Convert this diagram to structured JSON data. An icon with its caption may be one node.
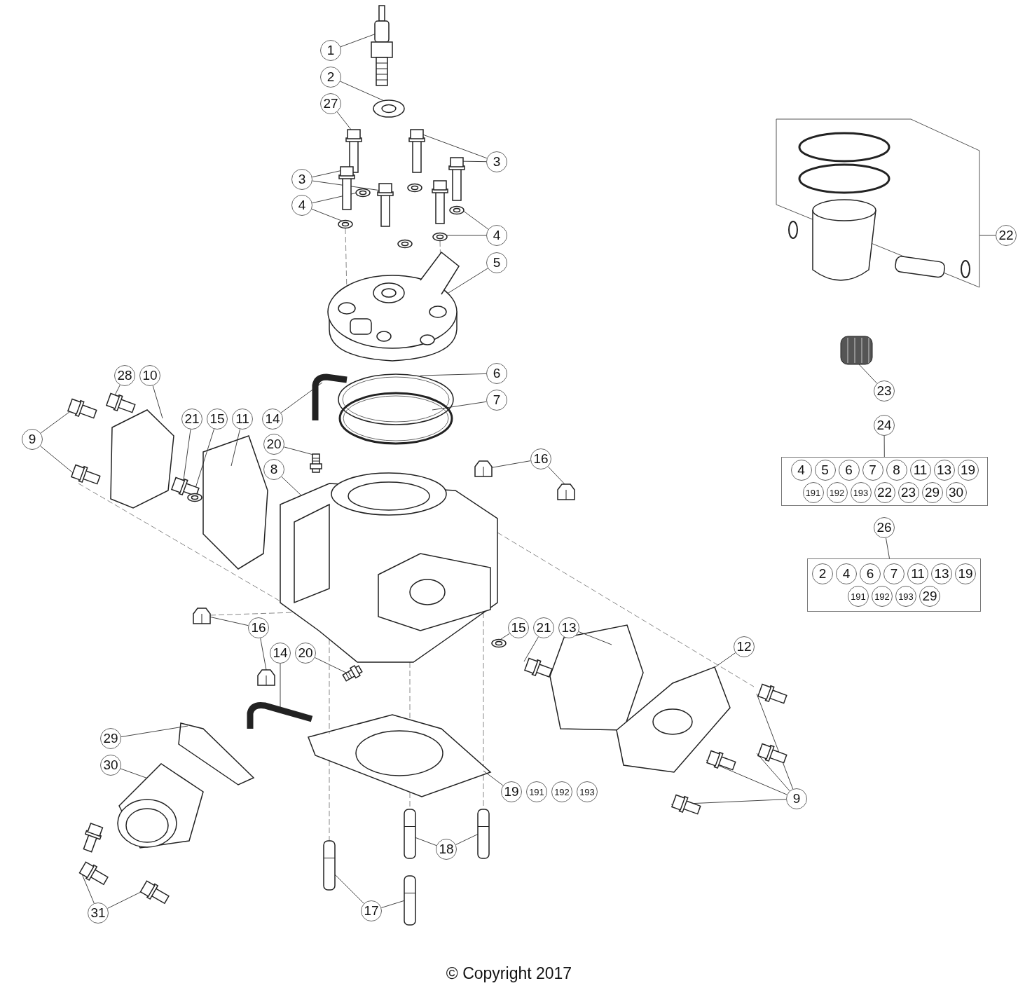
{
  "diagram": {
    "caption": "© Copyright 2017",
    "nodes": [
      {
        "text": [
          "1"
        ]
      },
      {
        "text": [
          "2"
        ]
      },
      {
        "text": [
          "27"
        ]
      },
      {
        "text": [
          "3"
        ]
      },
      {
        "text": [
          "3"
        ]
      },
      {
        "text": [
          "4"
        ]
      },
      {
        "text": [
          "4"
        ]
      },
      {
        "text": [
          "5"
        ]
      },
      {
        "text": [
          "22"
        ]
      },
      {
        "text": [
          "23"
        ]
      },
      {
        "text": [
          "28"
        ]
      },
      {
        "text": [
          "10"
        ]
      },
      {
        "text": [
          "6"
        ]
      },
      {
        "text": [
          "7"
        ]
      },
      {
        "text": [
          "21"
        ]
      },
      {
        "text": [
          "15"
        ]
      },
      {
        "text": [
          "11"
        ]
      },
      {
        "text": [
          "14"
        ]
      },
      {
        "text": [
          "9"
        ]
      },
      {
        "text": [
          "20"
        ]
      },
      {
        "text": [
          "8"
        ]
      },
      {
        "text": [
          "16"
        ]
      },
      {
        "text": [
          "16"
        ]
      },
      {
        "text": [
          "15"
        ]
      },
      {
        "text": [
          "21"
        ]
      },
      {
        "text": [
          "13"
        ]
      },
      {
        "text": [
          "12"
        ]
      },
      {
        "text": [
          "14"
        ]
      },
      {
        "text": [
          "20"
        ]
      },
      {
        "text": [
          "29"
        ]
      },
      {
        "text": [
          "30"
        ]
      },
      {
        "text": [
          "19"
        ]
      },
      {
        "text": [
          "9"
        ]
      },
      {
        "text": [
          "18"
        ]
      },
      {
        "text": [
          "17"
        ]
      },
      {
        "text": [
          "31"
        ]
      },
      {
        "text": [
          "24"
        ]
      },
      {
        "text": [
          "4",
          "5",
          "6",
          "7",
          "8",
          "11",
          "13",
          "19",
          "191",
          "192",
          "193",
          "22",
          "23",
          "29",
          "30"
        ]
      },
      {
        "text": [
          "26"
        ]
      },
      {
        "text": [
          "2",
          "4",
          "6",
          "7",
          "11",
          "13",
          "19",
          "191",
          "192",
          "193",
          "29"
        ]
      },
      {
        "text": [
          "191"
        ]
      },
      {
        "text": [
          "192"
        ]
      },
      {
        "text": [
          "193"
        ]
      },
      {
        "text": [],
        "shape": "picture"
      },
      {
        "text": [],
        "shape": "picture"
      },
      {
        "text": [],
        "shape": "picture"
      },
      {
        "text": [],
        "shape": "picture"
      },
      {
        "text": [],
        "shape": "picture"
      },
      {
        "text": [],
        "shape": "picture"
      },
      {
        "text": [],
        "shape": "picture"
      },
      {
        "text": [],
        "shape": "picture"
      },
      {
        "text": [],
        "shape": "picture"
      },
      {
        "text": [],
        "shape": "picture"
      },
      {
        "text": [],
        "shape": "picture"
      },
      {
        "text": [],
        "shape": "picture"
      },
      {
        "text": [],
        "shape": "picture"
      },
      {
        "text": [],
        "shape": "picture"
      },
      {
        "text": [],
        "shape": "picture"
      },
      {
        "text": [],
        "shape": "picture"
      },
      {
        "text": [],
        "shape": "picture"
      },
      {
        "text": [],
        "shape": "picture"
      },
      {
        "text": [],
        "shape": "picture"
      },
      {
        "text": [],
        "shape": "picture"
      },
      {
        "text": [],
        "shape": "picture"
      },
      {
        "text": [],
        "shape": "picture"
      },
      {
        "text": [],
        "shape": "picture"
      },
      {
        "text": [],
        "shape": "picture"
      },
      {
        "text": [],
        "shape": "picture"
      },
      {
        "text": [],
        "shape": "picture"
      },
      {
        "text": [],
        "shape": "picture"
      },
      {
        "text": [],
        "shape": "picture"
      },
      {
        "text": [],
        "shape": "picture"
      },
      {
        "text": [],
        "shape": "picture"
      },
      {
        "text": [],
        "shape": "picture"
      },
      {
        "text": [],
        "shape": "picture"
      },
      {
        "text": [],
        "shape": "picture"
      },
      {
        "text": [],
        "shape": "picture"
      },
      {
        "text": [],
        "shape": "picture"
      },
      {
        "text": [],
        "shape": "picture"
      },
      {
        "text": [],
        "shape": "picture"
      },
      {
        "text": [],
        "shape": "picture"
      },
      {
        "text": [],
        "shape": "picture"
      },
      {
        "text": [],
        "shape": "picture"
      },
      {
        "text": [],
        "shape": "picture"
      },
      {
        "text": [],
        "shape": "picture"
      },
      {
        "text": [],
        "shape": "picture"
      },
      {
        "text": [],
        "shape": "picture"
      },
      {
        "text": [],
        "shape": "picture"
      },
      {
        "text": [],
        "shape": "picture"
      },
      {
        "text": [],
        "shape": "picture"
      },
      {
        "text": [],
        "shape": "picture"
      },
      {
        "text": [],
        "shape": "picture"
      }
    ],
    "edges": [
      {
        "from": 0,
        "to": 43,
        "arrow": "none"
      },
      {
        "from": 1,
        "to": 44,
        "arrow": "none"
      },
      {
        "from": 2,
        "to": 45,
        "arrow": "none"
      },
      {
        "from": 3,
        "to": 46,
        "arrow": "none"
      },
      {
        "from": 3,
        "to": 47,
        "arrow": "none"
      },
      {
        "from": 4,
        "to": 48,
        "arrow": "none"
      },
      {
        "from": 4,
        "to": 49,
        "arrow": "none"
      },
      {
        "from": 5,
        "to": 50,
        "arrow": "none"
      },
      {
        "from": 5,
        "to": 51,
        "arrow": "none"
      },
      {
        "from": 6,
        "to": 52,
        "arrow": "none"
      },
      {
        "from": 6,
        "to": 53,
        "arrow": "none"
      },
      {
        "from": 7,
        "to": 54,
        "arrow": "none"
      },
      {
        "from": 8,
        "to": 55,
        "arrow": "none"
      },
      {
        "from": 9,
        "to": 56,
        "arrow": "none"
      },
      {
        "from": 10,
        "to": 57,
        "arrow": "none"
      },
      {
        "from": 11,
        "to": 58,
        "arrow": "none"
      },
      {
        "from": 12,
        "to": 59,
        "arrow": "none"
      },
      {
        "from": 13,
        "to": 60,
        "arrow": "none"
      },
      {
        "from": 14,
        "to": 61,
        "arrow": "none"
      },
      {
        "from": 15,
        "to": 62,
        "arrow": "none"
      },
      {
        "from": 16,
        "to": 63,
        "arrow": "none"
      },
      {
        "from": 17,
        "to": 64,
        "arrow": "none"
      },
      {
        "from": 18,
        "to": 65,
        "arrow": "none"
      },
      {
        "from": 18,
        "to": 66,
        "arrow": "none"
      },
      {
        "from": 19,
        "to": 67,
        "arrow": "none"
      },
      {
        "from": 20,
        "to": 68,
        "arrow": "none"
      },
      {
        "from": 21,
        "to": 69,
        "arrow": "none"
      },
      {
        "from": 21,
        "to": 70,
        "arrow": "none"
      },
      {
        "from": 22,
        "to": 71,
        "arrow": "none"
      },
      {
        "from": 22,
        "to": 72,
        "arrow": "none"
      },
      {
        "from": 23,
        "to": 73,
        "arrow": "none"
      },
      {
        "from": 24,
        "to": 74,
        "arrow": "none"
      },
      {
        "from": 25,
        "to": 75,
        "arrow": "none"
      },
      {
        "from": 26,
        "to": 76,
        "arrow": "none"
      },
      {
        "from": 27,
        "to": 77,
        "arrow": "none"
      },
      {
        "from": 28,
        "to": 78,
        "arrow": "none"
      },
      {
        "from": 29,
        "to": 79,
        "arrow": "none"
      },
      {
        "from": 30,
        "to": 80,
        "arrow": "none"
      },
      {
        "from": 31,
        "to": 81,
        "arrow": "none"
      },
      {
        "from": 32,
        "to": 82,
        "arrow": "none"
      },
      {
        "from": 32,
        "to": 83,
        "arrow": "none"
      },
      {
        "from": 32,
        "to": 84,
        "arrow": "none"
      },
      {
        "from": 32,
        "to": 85,
        "arrow": "none"
      },
      {
        "from": 33,
        "to": 86,
        "arrow": "none"
      },
      {
        "from": 33,
        "to": 87,
        "arrow": "none"
      },
      {
        "from": 34,
        "to": 88,
        "arrow": "none"
      },
      {
        "from": 34,
        "to": 89,
        "arrow": "none"
      },
      {
        "from": 35,
        "to": 90,
        "arrow": "none"
      },
      {
        "from": 35,
        "to": 91,
        "arrow": "none"
      },
      {
        "from": 36,
        "to": 37,
        "arrow": "none"
      },
      {
        "from": 38,
        "to": 39,
        "arrow": "none"
      },
      {
        "from": 51,
        "to": 54,
        "arrow": "none",
        "style": "dashed",
        "color": "#888888"
      },
      {
        "from": 53,
        "to": 54,
        "arrow": "none",
        "style": "dashed",
        "color": "#888888"
      },
      {
        "from": 68,
        "to": 81,
        "arrow": "none",
        "style": "dashed",
        "color": "#888888"
      },
      {
        "from": 81,
        "to": 88,
        "arrow": "none",
        "style": "dashed",
        "color": "#888888"
      },
      {
        "from": 68,
        "to": 81,
        "arrow": "none",
        "style": "dashed",
        "color": "#888888"
      },
      {
        "from": 81,
        "to": 86,
        "arrow": "none",
        "style": "dashed",
        "color": "#888888"
      },
      {
        "from": 68,
        "to": 81,
        "arrow": "none",
        "style": "dashed",
        "color": "#888888"
      },
      {
        "from": 81,
        "to": 87,
        "arrow": "none",
        "style": "dashed",
        "color": "#888888"
      },
      {
        "from": 66,
        "to": 68,
        "arrow": "none",
        "style": "dashed",
        "color": "#888888"
      },
      {
        "from": 71,
        "to": 68,
        "arrow": "none",
        "style": "dashed",
        "color": "#888888"
      },
      {
        "from": 68,
        "to": 82,
        "arrow": "none",
        "style": "dashed",
        "color": "#888888"
      }
    ]
  }
}
